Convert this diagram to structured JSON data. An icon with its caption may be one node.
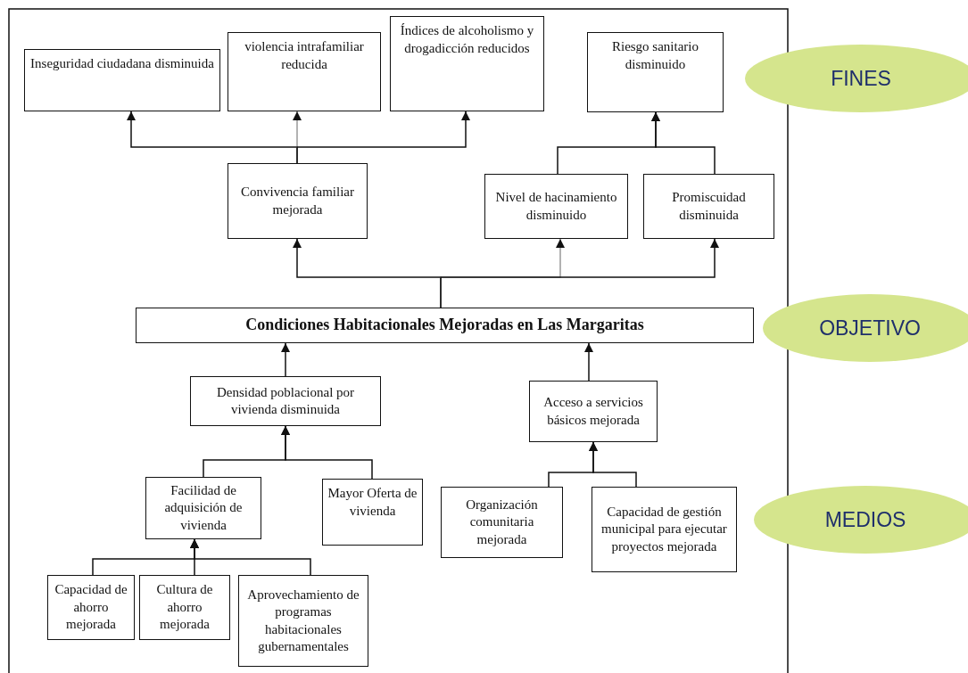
{
  "diagram": {
    "nodes": [
      {
        "text": [
          "Inseguridad ciudadana disminuida"
        ]
      },
      {
        "text": [
          "violencia intrafamiliar reducida"
        ]
      },
      {
        "text": [
          "Índices de alcoholismo y drogadicción reducidos"
        ]
      },
      {
        "text": [
          "Riesgo sanitario disminuido"
        ]
      },
      {
        "text": [
          "FINES"
        ]
      },
      {
        "text": [
          "Convivencia familiar mejorada"
        ]
      },
      {
        "text": [
          "Nivel de hacinamiento disminuido"
        ]
      },
      {
        "text": [
          "Promiscuidad disminuida"
        ]
      },
      {
        "text": [
          "Condiciones Habitacionales Mejoradas en Las Margaritas"
        ]
      },
      {
        "text": [
          "OBJETIVO"
        ]
      },
      {
        "text": [
          "Densidad poblacional por vivienda disminuida"
        ]
      },
      {
        "text": [
          "Acceso a servicios básicos mejorada"
        ]
      },
      {
        "text": [
          "Facilidad de adquisición de vivienda"
        ]
      },
      {
        "text": [
          "Mayor Oferta de vivienda"
        ]
      },
      {
        "text": [
          "Organización comunitaria mejorada"
        ]
      },
      {
        "text": [
          "Capacidad de gestión municipal para ejecutar proyectos mejorada"
        ]
      },
      {
        "text": [
          "MEDIOS"
        ]
      },
      {
        "text": [
          "Capacidad de ahorro mejorada"
        ]
      },
      {
        "text": [
          "Cultura de ahorro mejorada"
        ]
      },
      {
        "text": [
          "Aprovechamiento de programas habitacionales gubernamentales"
        ]
      }
    ],
    "edges": [
      {
        "from": 5,
        "to": 0,
        "arrow": "to"
      },
      {
        "from": 5,
        "to": 1,
        "arrow": "to",
        "color": "#999999"
      },
      {
        "from": 5,
        "to": 2,
        "arrow": "to"
      },
      {
        "from": 6,
        "to": 3,
        "arrow": "to"
      },
      {
        "from": 7,
        "to": 3,
        "arrow": "to"
      },
      {
        "from": 8,
        "to": 5,
        "arrow": "to"
      },
      {
        "from": 8,
        "to": 6,
        "arrow": "to",
        "color": "#999999"
      },
      {
        "from": 8,
        "to": 7,
        "arrow": "to"
      },
      {
        "from": 10,
        "to": 8,
        "arrow": "to"
      },
      {
        "from": 11,
        "to": 8,
        "arrow": "to"
      },
      {
        "from": 12,
        "to": 10,
        "arrow": "to"
      },
      {
        "from": 13,
        "to": 10,
        "arrow": "to"
      },
      {
        "from": 14,
        "to": 11,
        "arrow": "to"
      },
      {
        "from": 15,
        "to": 11,
        "arrow": "to"
      },
      {
        "from": 17,
        "to": 12,
        "arrow": "to"
      },
      {
        "from": 18,
        "to": 12,
        "arrow": "to"
      },
      {
        "from": 19,
        "to": 12,
        "arrow": "to"
      }
    ]
  }
}
